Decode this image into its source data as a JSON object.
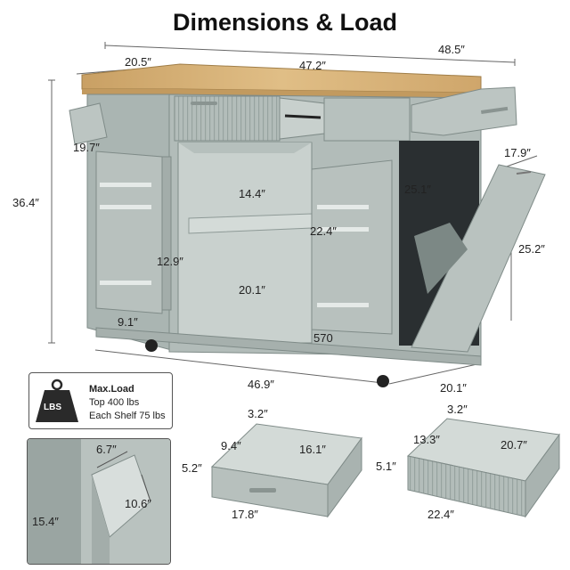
{
  "title": "Dimensions & Load",
  "dimensions": {
    "total_width": "48.5″",
    "top_depth": "20.5″",
    "top_width": "47.2″",
    "height": "36.4″",
    "side_drawer_depth": "19.7″",
    "trash_top": "17.9″",
    "cabinet_height": "25.1″",
    "shelf_depth": "14.4″",
    "shelf_width": "22.4″",
    "trash_height": "25.2″",
    "rack_height": "12.9″",
    "bottom_depth": "20.1″",
    "rack_width": "9.1″",
    "inner_height": "570",
    "base_width": "46.9″",
    "base_depth": "20.1″"
  },
  "load": {
    "heading": "Max.Load",
    "top": "Top 400 lbs",
    "shelf": "Each Shelf 75 lbs",
    "icon_label": "LBS"
  },
  "trash_inset": {
    "width": "6.7″",
    "depth": "10.6″",
    "height": "15.4″"
  },
  "drawer_small": {
    "wall": "3.2″",
    "inner_depth": "9.4″",
    "inner_width": "16.1″",
    "height": "5.2″",
    "outer_width": "17.8″"
  },
  "drawer_large": {
    "wall": "3.2″",
    "inner_depth": "13.3″",
    "inner_width": "20.7″",
    "height": "5.1″",
    "outer_width": "22.4″"
  },
  "colors": {
    "cabinet": "#a9b4b1",
    "cabinet_dark": "#8e9a97",
    "interior": "#c6cfcc",
    "wood": "#d9b57a",
    "line": "#444444"
  }
}
